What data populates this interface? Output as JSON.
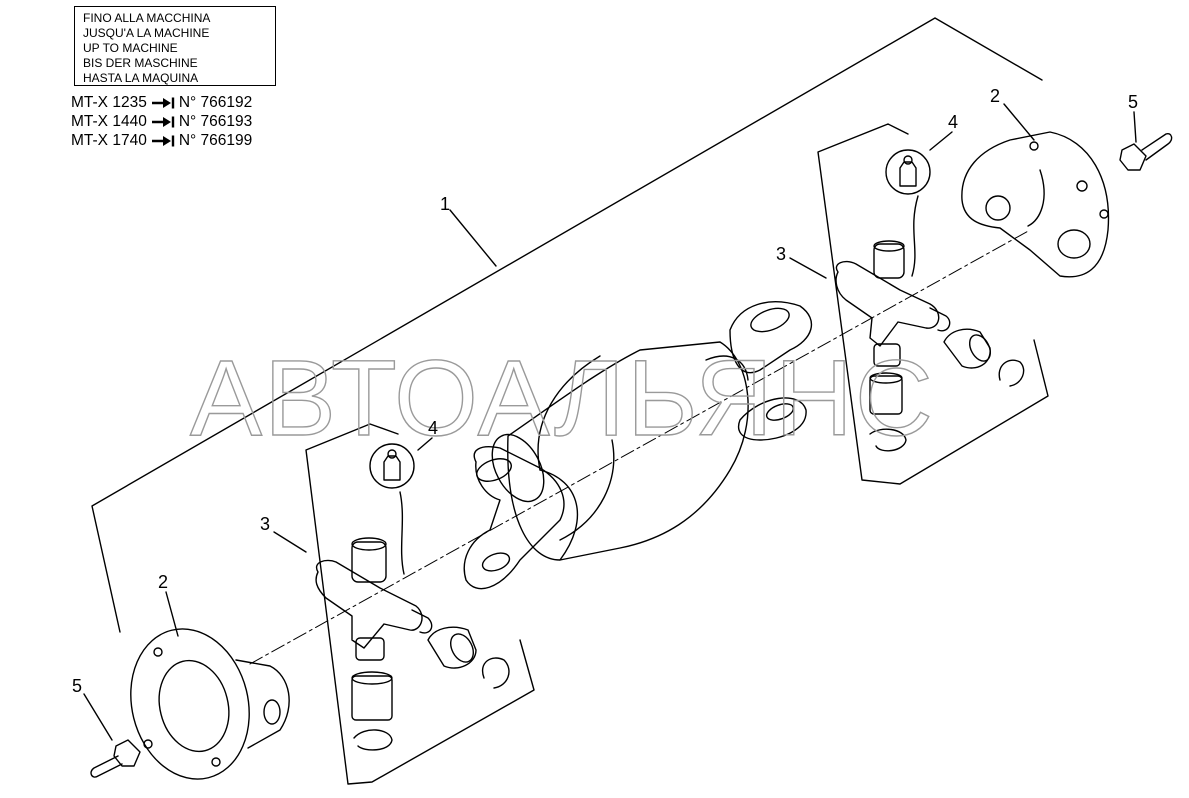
{
  "applicability": {
    "lines": [
      "FINO ALLA MACCHINA",
      "JUSQU'A LA MACHINE",
      "UP TO MACHINE",
      "BIS DER MASCHINE",
      "HASTA LA MAQUINA"
    ]
  },
  "serials": [
    {
      "model": "MT-X 1235",
      "serial": "N° 766192"
    },
    {
      "model": "MT-X 1440",
      "serial": "N° 766193"
    },
    {
      "model": "MT-X 1740",
      "serial": "N° 766199"
    }
  ],
  "callouts": {
    "shaft": "1",
    "flange_top": "2",
    "flange_bottom": "2",
    "joint_top": "3",
    "joint_bottom": "3",
    "nipple_top": "4",
    "nipple_bottom": "4",
    "bolt_top": "5",
    "bolt_bottom": "5"
  },
  "watermark": "АВТОАЛЬЯНС",
  "icons": {
    "serial_arrow": "arrow-to-bar-icon"
  }
}
